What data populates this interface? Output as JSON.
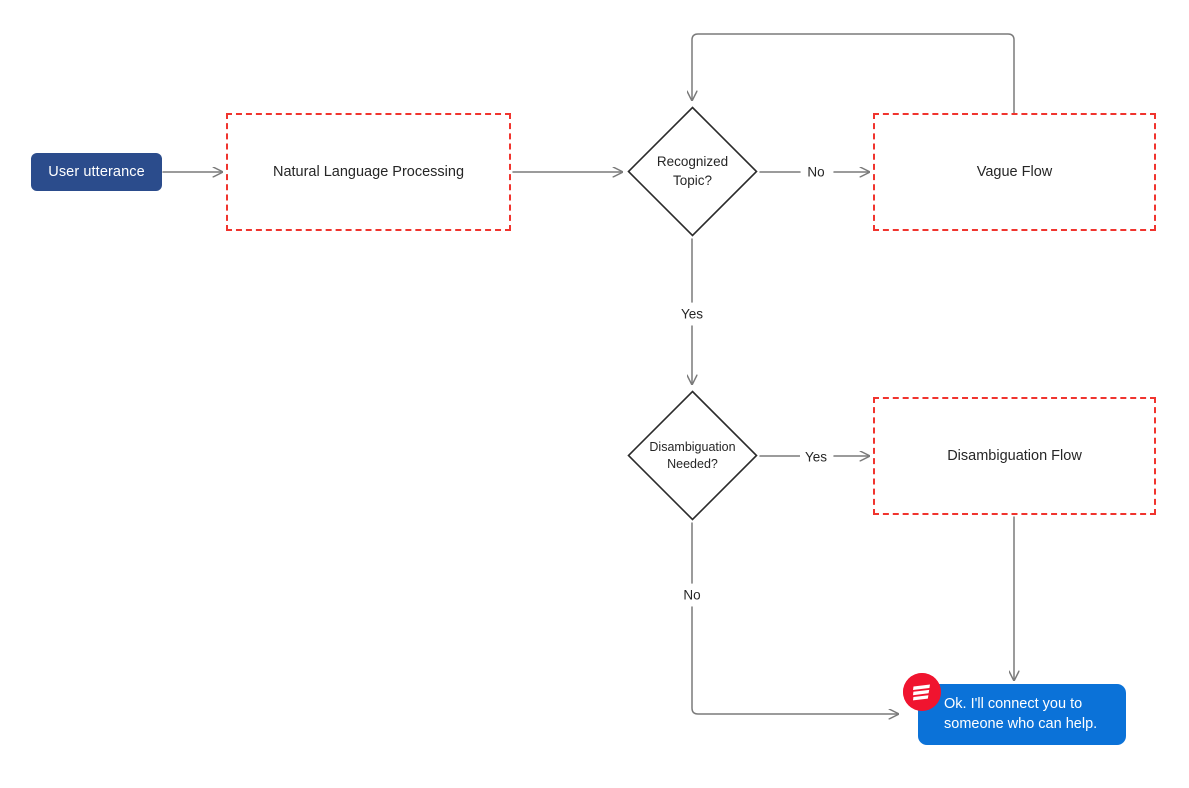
{
  "diagram": {
    "title": "NLU utterance routing flowchart",
    "colors": {
      "start_fill": "#2b4c8c",
      "subflow_border": "#f0342e",
      "bubble_fill": "#0b72d8",
      "avatar_fill": "#f0142f",
      "edge_stroke": "#7a7a7a",
      "diamond_stroke": "#2b2b2b",
      "text": "#262626"
    },
    "nodes": {
      "start": {
        "label": "User utterance",
        "type": "start-pill"
      },
      "nlp": {
        "label": "Natural Language Processing",
        "type": "subflow-dashed"
      },
      "recognized_topic": {
        "label": "Recognized\nTopic?",
        "type": "decision-diamond"
      },
      "vague_flow": {
        "label": "Vague Flow",
        "type": "subflow-dashed"
      },
      "disambiguation_needed": {
        "label": "Disambiguation\nNeeded?",
        "type": "decision-diamond"
      },
      "disambiguation_flow": {
        "label": "Disambiguation Flow",
        "type": "subflow-dashed"
      },
      "bot_message": {
        "label": "Ok. I'll connect you to someone who can help.",
        "type": "chat-bubble",
        "avatar_icon": "bot-avatar-icon"
      }
    },
    "edge_labels": {
      "topic_no": "No",
      "topic_yes": "Yes",
      "disambiguation_yes": "Yes",
      "disambiguation_no": "No"
    }
  }
}
